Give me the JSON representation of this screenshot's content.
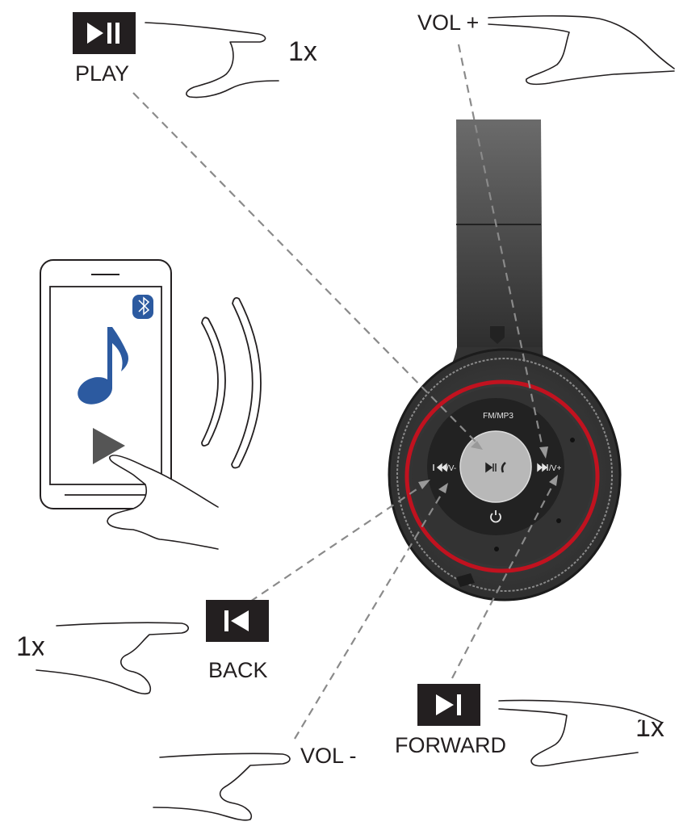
{
  "instructions": [
    {
      "id": "play",
      "label": "PLAY",
      "count": "1x",
      "icon": "play-pause-icon"
    },
    {
      "id": "vol_up",
      "label": "VOL +",
      "icon": "hand-press-icon"
    },
    {
      "id": "back",
      "label": "BACK",
      "count": "1x",
      "icon": "skip-back-icon"
    },
    {
      "id": "vol_down",
      "label": "VOL -",
      "icon": "hand-press-icon"
    },
    {
      "id": "forward",
      "label": "FORWARD",
      "count": "1x",
      "icon": "skip-forward-icon"
    }
  ],
  "headphone": {
    "mode_label": "FM/MP3",
    "left_label": "/V-",
    "right_label": "/V+",
    "colors": {
      "body": "#3a3a3a",
      "ring": "#c1121f",
      "button": "#b8b8b8"
    }
  },
  "phone": {
    "icons": [
      "bluetooth-icon",
      "music-note-icon",
      "play-icon"
    ],
    "note_color": "#2c5aa0"
  }
}
